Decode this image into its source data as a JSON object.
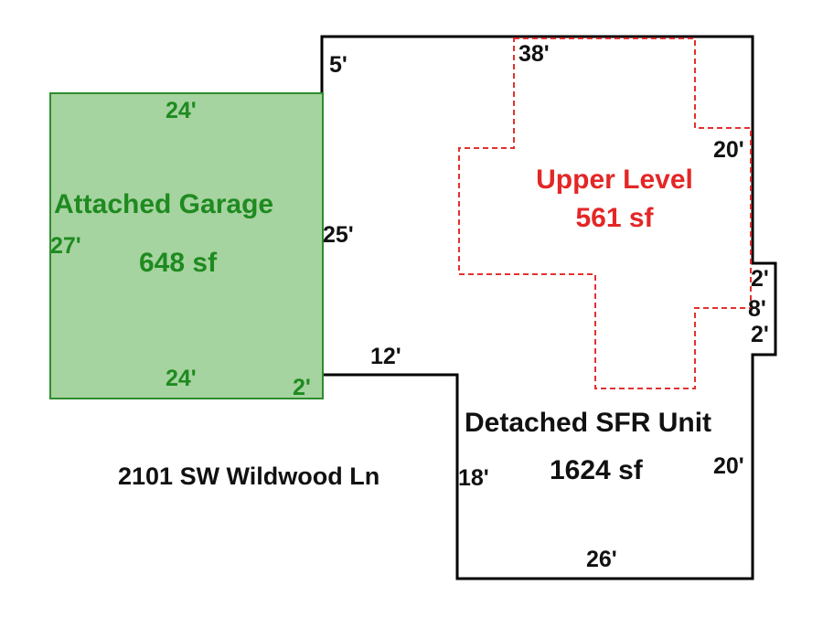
{
  "colors": {
    "house_outline": "#000000",
    "garage_fill": "#a6d4a0",
    "garage_stroke": "#2e8b2e",
    "garage_text": "#1f8a1f",
    "upper_stroke": "#e33030",
    "upper_text": "#e32626",
    "dimension_text": "#111111"
  },
  "garage": {
    "title": "Attached Garage",
    "area": "648 sf",
    "dim_top": "24'",
    "dim_bottom": "24'",
    "dim_left": "27'",
    "dim_corner": "2'"
  },
  "upper_level": {
    "title": "Upper Level",
    "area": "561 sf"
  },
  "sfr_unit": {
    "title": "Detached SFR Unit",
    "area": "1624 sf"
  },
  "address": "2101 SW Wildwood Ln",
  "dimensions": {
    "top_left_step": "5'",
    "top": "38'",
    "right_upper": "20'",
    "left_middle": "25'",
    "bump_top": "2'",
    "bump_side": "8'",
    "bump_bottom": "2'",
    "inner_step": "12'",
    "left_lower": "18'",
    "right_lower": "20'",
    "bottom": "26'"
  }
}
